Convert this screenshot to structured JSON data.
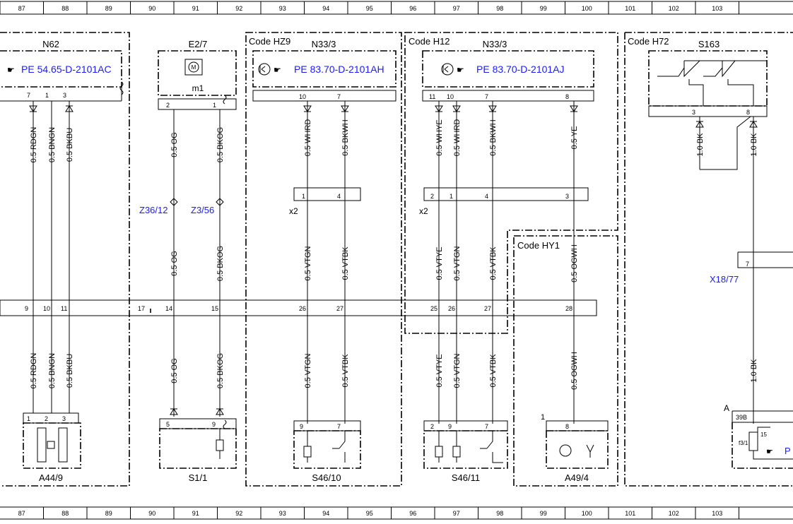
{
  "ruler": {
    "columns": [
      "87",
      "88",
      "89",
      "90",
      "91",
      "92",
      "93",
      "94",
      "95",
      "96",
      "97",
      "98",
      "99",
      "100",
      "101",
      "102",
      "103"
    ]
  },
  "sections": {
    "code_hz9": "Code HZ9",
    "code_h12": "Code H12",
    "code_h72": "Code H72",
    "code_hy1": "Code HY1"
  },
  "components": {
    "n62": {
      "name": "N62",
      "ref": "PE 54.65-D-2101AC",
      "pins": [
        "7",
        "1",
        "3"
      ]
    },
    "e2_7": {
      "name": "E2/7",
      "sub": "m1",
      "pins": [
        "2",
        "1"
      ]
    },
    "n33_3_a": {
      "name": "N33/3",
      "ref": "PE 83.70-D-2101AH",
      "pins": [
        "10",
        "7"
      ]
    },
    "n33_3_b": {
      "name": "N33/3",
      "ref": "PE 83.70-D-2101AJ",
      "pins": [
        "11",
        "10",
        "7",
        "8"
      ]
    },
    "s163": {
      "name": "S163",
      "pins": [
        "3",
        "8"
      ]
    },
    "a44_9": {
      "name": "A44/9",
      "pins": [
        "1",
        "2",
        "3"
      ]
    },
    "s1_1": {
      "name": "S1/1",
      "pins": [
        "5",
        "9"
      ]
    },
    "s46_10": {
      "name": "S46/10",
      "pins": [
        "9",
        "7"
      ]
    },
    "s46_11": {
      "name": "S46/11",
      "pins": [
        "2",
        "9",
        "7"
      ]
    },
    "a49_4": {
      "name": "A49/4",
      "pin_label": "1",
      "pins": [
        "8"
      ]
    },
    "a_block": {
      "name": "A",
      "pin": "39B",
      "fuse": "f3/1",
      "fuse_num": "15",
      "ref_partial": "P"
    }
  },
  "connectors": {
    "z36_12": "Z36/12",
    "z3_56": "Z3/56",
    "x2_a": "x2",
    "x2_b": "x2",
    "x18_77": "X18/77",
    "x2_a_pins": [
      "1",
      "4"
    ],
    "x2_b_pins": [
      "2",
      "1",
      "4",
      "3"
    ],
    "x18_pin": "7",
    "bus_pins": [
      "9",
      "10",
      "11",
      "17",
      "14",
      "15",
      "26",
      "27",
      "25",
      "26",
      "27",
      "28"
    ]
  },
  "wires": {
    "upper": [
      "0.5 RDGN",
      "0.5 BNGN",
      "0.5 BKBU",
      "0.5 OG",
      "0.5 BKOG",
      "0.5 WHRD",
      "0.5 BKWH",
      "0.5 WHYE",
      "0.5 WHRD",
      "0.5 BKWH",
      "0.5 YE",
      "1.0 BK",
      "1.0 BK"
    ],
    "mid": [
      "0.5 OG",
      "0.5 BKOG",
      "0.5 VTGN",
      "0.5 VTBK",
      "0.5 VTYE",
      "0.5 VTGN",
      "0.5 VTBK",
      "0.5 OGWH"
    ],
    "lower": [
      "0.5 RDGN",
      "0.5 BNGN",
      "0.5 BKBU",
      "0.5 OG",
      "0.5 BKOG",
      "0.5 VTGN",
      "0.5 VTBK",
      "0.5 VTYE",
      "0.5 VTGN",
      "0.5 VTBK",
      "0.5 OGWH",
      "1.0 BK"
    ]
  },
  "colors": {
    "reference_blue": "#1a1aff",
    "line": "#000000"
  }
}
